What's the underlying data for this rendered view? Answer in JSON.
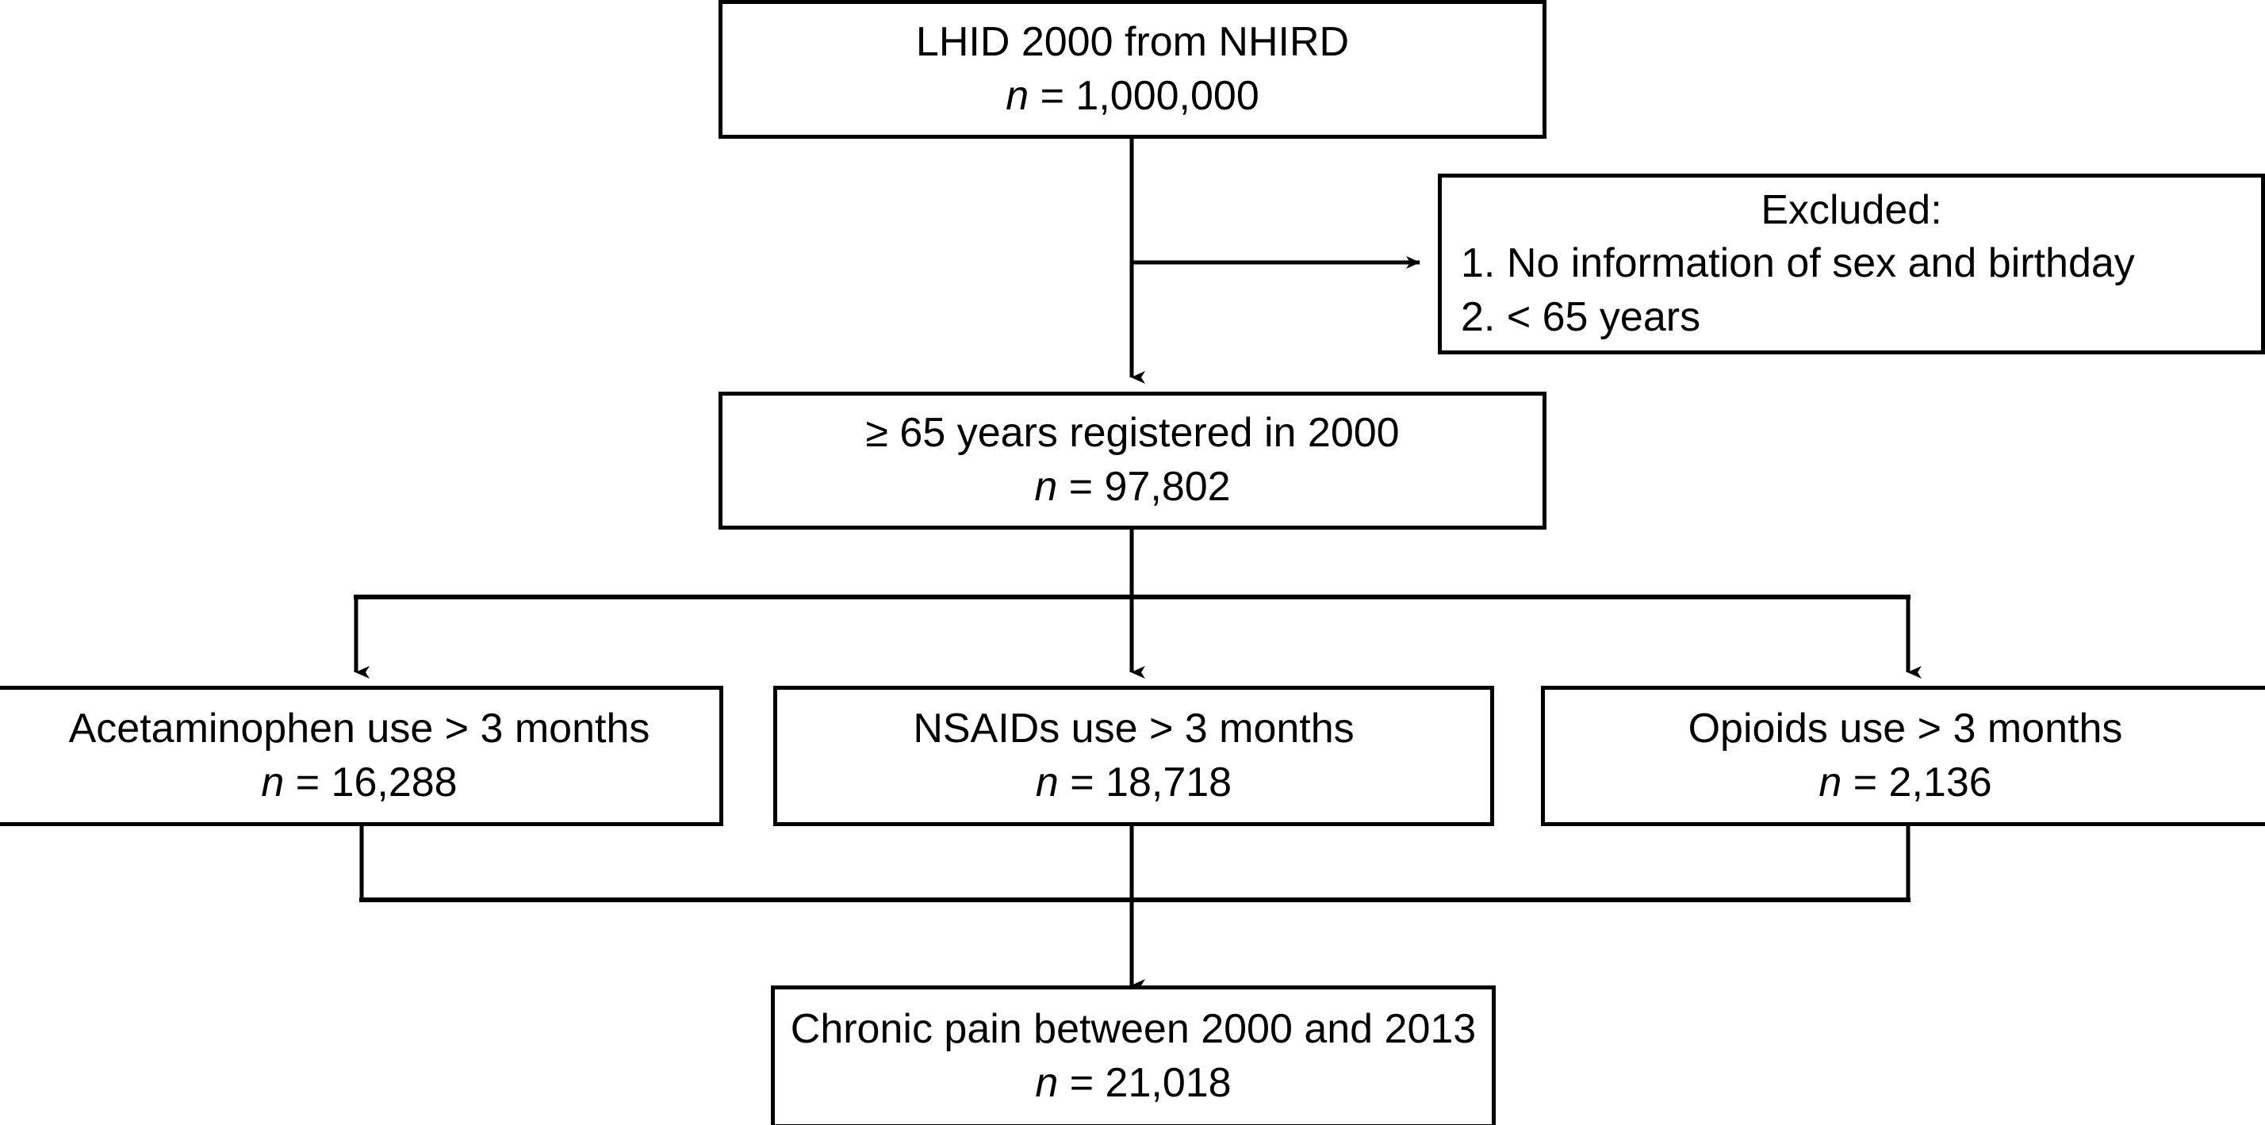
{
  "figure": {
    "type": "flowchart",
    "orientation": "top-down",
    "background": "#ffffff",
    "line_color": "#000000"
  },
  "nodes": {
    "source": {
      "id": "source-cohort",
      "line1": "LHID 2000 from NHIRD",
      "n_symbol": "n",
      "n_eq": " = 1,000,000",
      "n_value": "1,000,000"
    },
    "excluded": {
      "id": "excluded-criteria",
      "title": "Excluded:",
      "items": [
        "1. No information of sex and birthday",
        "2. < 65 years"
      ]
    },
    "eligible": {
      "id": "eligible-cohort",
      "line1": "≥ 65 years registered in 2000",
      "n_symbol": "n",
      "n_eq": " = 97,802",
      "n_value": "97,802"
    },
    "acetaminophen": {
      "id": "acetaminophen-group",
      "line1": "Acetaminophen use > 3 months",
      "n_symbol": "n",
      "n_eq": " = 16,288",
      "n_value": "16,288"
    },
    "nsaids": {
      "id": "nsaids-group",
      "line1": "NSAIDs use > 3 months",
      "n_symbol": "n",
      "n_eq": " = 18,718",
      "n_value": "18,718"
    },
    "opioids": {
      "id": "opioids-group",
      "line1": "Opioids use > 3 months",
      "n_symbol": "n",
      "n_eq": " = 2,136",
      "n_value": "2,136"
    },
    "outcome": {
      "id": "outcome-cohort",
      "line1": "Chronic pain between 2000 and 2013",
      "n_symbol": "n",
      "n_eq": " = 21,018",
      "n_value": "21,018"
    }
  }
}
